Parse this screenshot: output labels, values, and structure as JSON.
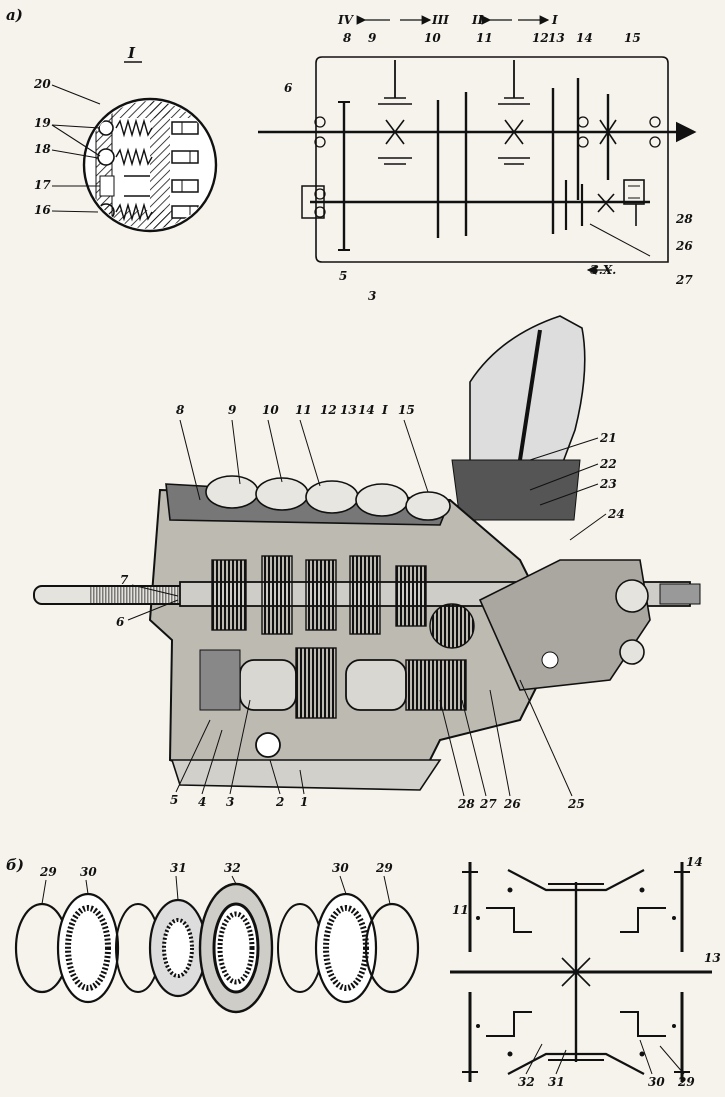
{
  "panels": {
    "a": {
      "letter": "а)"
    },
    "b": {
      "letter": "б)"
    }
  },
  "inset": {
    "title": "I",
    "labels": {
      "n16": "16",
      "n17": "17",
      "n18": "18",
      "n19": "19",
      "n20": "20"
    }
  },
  "schematic": {
    "gear_labels": {
      "IV": "IV",
      "III": "III",
      "II": "II",
      "I": "I",
      "reverse": "З.Х.",
      "n3": "3",
      "n5": "5",
      "n6": "6",
      "n8": "8",
      "n9": "9",
      "n10": "10",
      "n11": "11",
      "n12": "12",
      "n13": "13",
      "n14": "14",
      "n15": "15",
      "n26": "26",
      "n27": "27",
      "n28": "28"
    }
  },
  "cutaway": {
    "labels": {
      "n1": "1",
      "n2": "2",
      "n3": "3",
      "n4": "4",
      "n5": "5",
      "n6": "6",
      "n7": "7",
      "n8": "8",
      "n9": "9",
      "n10": "10",
      "n11": "11",
      "n12": "12",
      "n13": "13",
      "n14": "14",
      "I": "I",
      "n15": "15",
      "n21": "21",
      "n22": "22",
      "n23": "23",
      "n24": "24",
      "n25": "25",
      "n26": "26",
      "n27": "27",
      "n28": "28"
    }
  },
  "synchronizer_parts": {
    "labels": {
      "n29a": "29",
      "n30a": "30",
      "n31": "31",
      "n32": "32",
      "n30b": "30",
      "n29b": "29"
    }
  },
  "synchronizer_schematic": {
    "labels": {
      "n11": "11",
      "n14": "14",
      "n13": "13",
      "n32": "32",
      "n31": "31",
      "n30": "30",
      "n29": "29"
    }
  }
}
